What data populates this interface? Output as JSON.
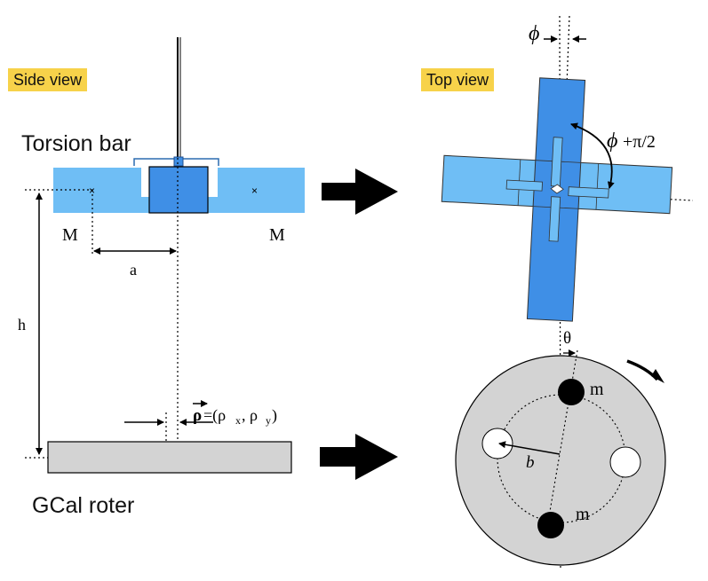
{
  "labels": {
    "side_view": "Side view",
    "top_view": "Top view",
    "torsion_bar": "Torsion bar",
    "gcal_rotor": "GCal roter",
    "mass_left": "M",
    "mass_right": "M",
    "dist_a": "a",
    "dist_h": "h",
    "rho_vec": "ρ",
    "rho_eq": "=(ρ",
    "rho_x": "x",
    "rho_sep": ", ρ",
    "rho_y": "y",
    "rho_close": ")",
    "phi": "ϕ",
    "phi_plus": "ϕ",
    "phi_plus_tail": " +π/2",
    "theta": "θ",
    "mass_m_top": "m",
    "mass_m_bottom": "m",
    "dist_b": "b"
  },
  "colors": {
    "bar_light_blue": "#6fbef5",
    "block_blue": "#3f8fe6",
    "rotor_gray": "#d3d3d3",
    "tag_yellow": "#f7d24a"
  }
}
